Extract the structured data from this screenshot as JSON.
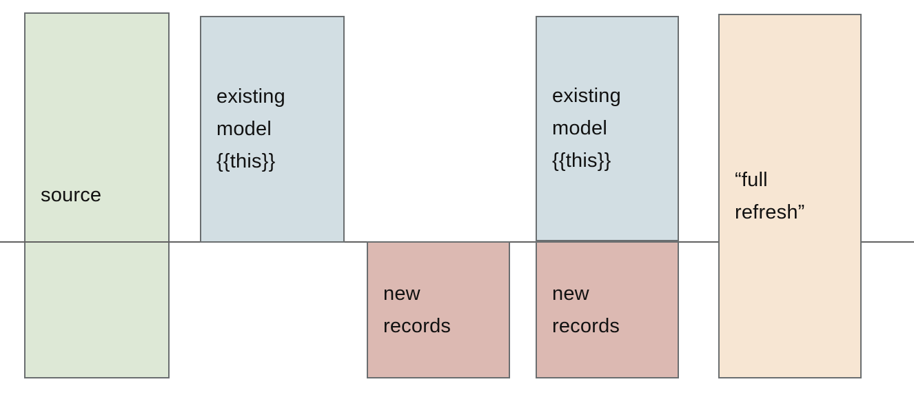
{
  "colors": {
    "source_fill": "#dde8d6",
    "existing_model_fill": "#d2dee3",
    "new_records_fill": "#dcb9b2",
    "full_refresh_fill": "#f7e6d3",
    "border": "#6a6e70",
    "divider_line": "#616161",
    "text": "#111111"
  },
  "divider": {
    "orientation": "horizontal"
  },
  "boxes": [
    {
      "id": "source",
      "label": "source",
      "fill": "#dde8d6",
      "position": "spans-divider"
    },
    {
      "id": "existing-model-left",
      "label": "existing\nmodel\n{{this}}",
      "fill": "#d2dee3",
      "position": "above-divider"
    },
    {
      "id": "new-records-left",
      "label": "new\nrecords",
      "fill": "#dcb9b2",
      "position": "below-divider"
    },
    {
      "id": "existing-model-right",
      "label": "existing\nmodel\n{{this}}",
      "fill": "#d2dee3",
      "position": "above-divider"
    },
    {
      "id": "new-records-right",
      "label": "new\nrecords",
      "fill": "#dcb9b2",
      "position": "below-divider"
    },
    {
      "id": "full-refresh",
      "label": "“full\nrefresh”",
      "fill": "#f7e6d3",
      "position": "spans-divider"
    }
  ]
}
